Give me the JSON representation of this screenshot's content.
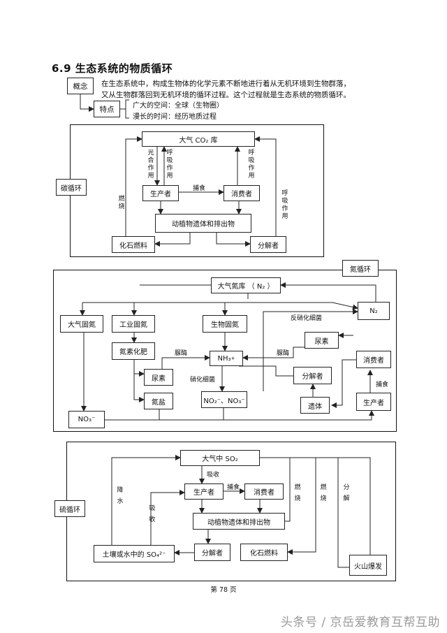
{
  "title": "6.9 生态系统的物质循环",
  "intro": {
    "concept_label": "概念",
    "concept_line1": "在生态系统中，构成生物体的化学元素不断地进行着从无机环境到生物群落，",
    "concept_line2": "又从生物群落回到无机环境的循环过程。这个过程就是生态系统的物质循环。",
    "feature_label": "特点",
    "feature1": "广大的空间：全球（生物圈）",
    "feature2": "漫长的时间：经历地质过程"
  },
  "carbon": {
    "label": "碳循环",
    "atmosphere": "大气 CO₂ 库",
    "producer": "生产者",
    "consumer": "消费者",
    "remains": "动植物遗体和排出物",
    "fossil": "化石燃料",
    "decomposer": "分解者",
    "photosynthesis": "光合作用",
    "respiration": "呼吸作用",
    "predation": "捕食",
    "combustion": "燃烧"
  },
  "nitrogen": {
    "label": "氮循环",
    "atmosphere": "大气氮库 （ N₂ ）",
    "n2": "N₂",
    "denitrify": "反硝化细菌",
    "atm_fix": "大气固氮",
    "ind_fix": "工业固氮",
    "bio_fix": "生物固氮",
    "fertilizer": "氮素化肥",
    "urease1": "脲酶",
    "urease2": "脲酶",
    "nh3": "NH₃",
    "nh3_sup": "+",
    "urea1": "尿素",
    "urea2": "尿素",
    "consumer": "消费者",
    "decomposer": "分解者",
    "ammonium": "氮盐",
    "nitrify": "硝化细菌",
    "no2no3": "NO₂⁻、NO₃⁻",
    "remains": "遗体",
    "predation": "捕食",
    "producer": "生产者",
    "no3": "NO₃⁻"
  },
  "sulfur": {
    "label": "硫循环",
    "atmosphere": "大气中 SO₂",
    "absorb1": "吸收",
    "absorb2": "吸收",
    "rain": "降水",
    "producer": "生产者",
    "predation": "捕食",
    "consumer": "消费者",
    "remains": "动植物遗体和排出物",
    "soil": "土壤或水中的 SO₄²⁻",
    "decomposer": "分解者",
    "fossil": "化石燃料",
    "volcano": "火山爆发",
    "burn1": "燃烧",
    "burn2": "燃烧",
    "decompose": "分解"
  },
  "page_number": "第 78 页",
  "watermark": "头条号 / 京岳爱教育互帮互助"
}
